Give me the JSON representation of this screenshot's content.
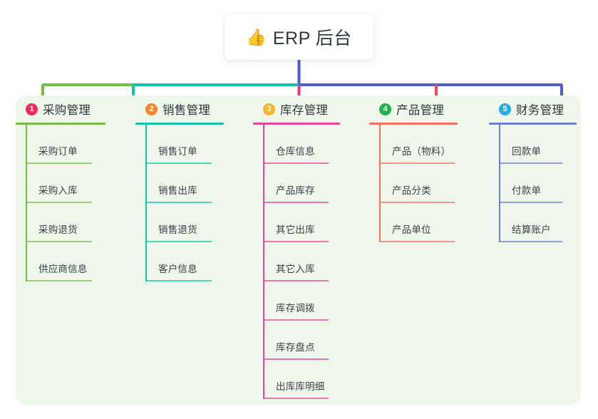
{
  "root": {
    "icon": "thumbs-up-icon",
    "emoji": "👍",
    "label": "ERP 后台"
  },
  "panel": {
    "background_color": "#eef7e9"
  },
  "connector_colors": {
    "bar_green": "#74bf43",
    "bar_teal": "#17c2ab",
    "bar_blue": "#4f5fc4",
    "drop_stem": "#4a5ec8",
    "drop_1": "#74bf43",
    "drop_2": "#17c2ab",
    "drop_3": "#e8388c",
    "drop_4": "#ef4b4b",
    "drop_5": "#4f5fc4"
  },
  "columns": [
    {
      "index": "1",
      "badge": "❶",
      "badge_number": "1",
      "badge_color": "#ee2b5b",
      "title": "采购管理",
      "rule_color": "#74bf43",
      "rule_width": 126,
      "item_rule_width": 93,
      "items": [
        "采购订单",
        "采购入库",
        "采购退货",
        "供应商信息"
      ]
    },
    {
      "index": "2",
      "badge": "❷",
      "badge_number": "2",
      "badge_color": "#f5862c",
      "title": "销售管理",
      "rule_color": "#17c2ab",
      "rule_width": 124,
      "item_rule_width": 93,
      "items": [
        "销售订单",
        "销售出库",
        "销售退货",
        "客户信息"
      ]
    },
    {
      "index": "3",
      "badge": "❸",
      "badge_number": "3",
      "badge_color": "#f7b52c",
      "title": "库存管理",
      "rule_color": "#e8459b",
      "rule_width": 122,
      "item_rule_width": 92,
      "items": [
        "仓库信息",
        "产品库存",
        "其它出库",
        "其它入库",
        "库存调拨",
        "库存盘点",
        "出库库明细"
      ]
    },
    {
      "index": "4",
      "badge": "❹",
      "badge_number": "4",
      "badge_color": "#22b14c",
      "title": "产品管理",
      "rule_color": "#f4705f",
      "rule_width": 124,
      "item_rule_width": 106,
      "items": [
        "产品（物料）",
        "产品分类",
        "产品单位"
      ]
    },
    {
      "index": "5",
      "badge": "❺",
      "badge_number": "5",
      "badge_color": "#29abe2",
      "title": "财务管理",
      "rule_color": "#6a7fd6",
      "rule_width": 123,
      "item_rule_width": 89,
      "items": [
        "回款单",
        "付款单",
        "结算账户"
      ]
    }
  ]
}
